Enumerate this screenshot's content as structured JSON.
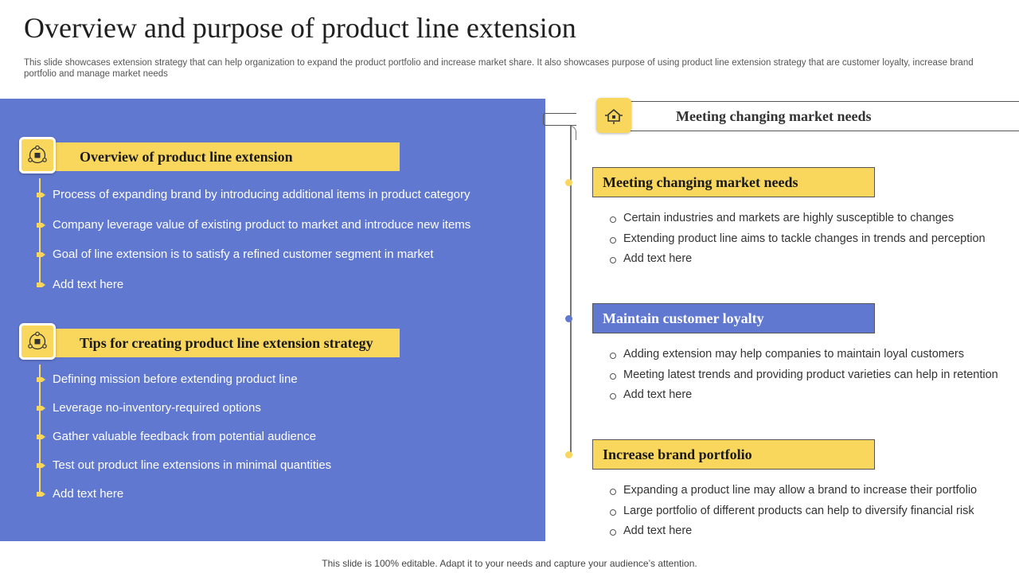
{
  "title": "Overview and purpose of product line extension",
  "subtitle": "This slide showcases extension strategy that can help organization to expand the product portfolio and increase market share. It also showcases purpose of using product line extension strategy that are customer loyalty, increase brand portfolio and manage market needs",
  "overview": {
    "heading": "Overview of product line extension",
    "icon": "team-product-icon",
    "items": [
      "Process of expanding brand by introducing additional items in product category",
      "Company leverage value of existing product to market and introduce new items",
      "Goal of line extension is to satisfy a refined customer segment in market",
      "Add text here"
    ]
  },
  "tips": {
    "heading": "Tips for creating product line extension strategy",
    "icon": "team-product-icon",
    "items": [
      "Defining mission before extending product line",
      "Leverage no-inventory-required options",
      "Gather valuable feedback from potential audience",
      "Test out product line extensions in minimal quantities",
      "Add text here"
    ]
  },
  "right_header": {
    "label": "Meeting changing market needs",
    "icon": "market-home-icon"
  },
  "purposes": [
    {
      "title": "Meeting changing market needs",
      "color": "#f9d65c",
      "text_color": "#1a1a1a",
      "items": [
        "Certain industries and markets are highly susceptible to changes",
        "Extending product line aims to tackle changes in trends and perception",
        "Add text here"
      ]
    },
    {
      "title": "Maintain customer loyalty",
      "color": "#6078cf",
      "text_color": "#ffffff",
      "items": [
        "Adding extension may help companies to maintain loyal customers",
        "Meeting latest trends and providing product varieties can help in retention",
        "Add text here"
      ]
    },
    {
      "title": "Increase brand portfolio",
      "color": "#f9d65c",
      "text_color": "#1a1a1a",
      "items": [
        "Expanding a product line may allow a brand to increase their portfolio",
        "Large portfolio of different products can help to diversify financial risk",
        "Add text here"
      ]
    }
  ],
  "footer": "This slide is 100% editable. Adapt it to your needs and capture your audience’s attention.",
  "colors": {
    "accent_yellow": "#f9d65c",
    "panel_blue": "#6078cf"
  }
}
